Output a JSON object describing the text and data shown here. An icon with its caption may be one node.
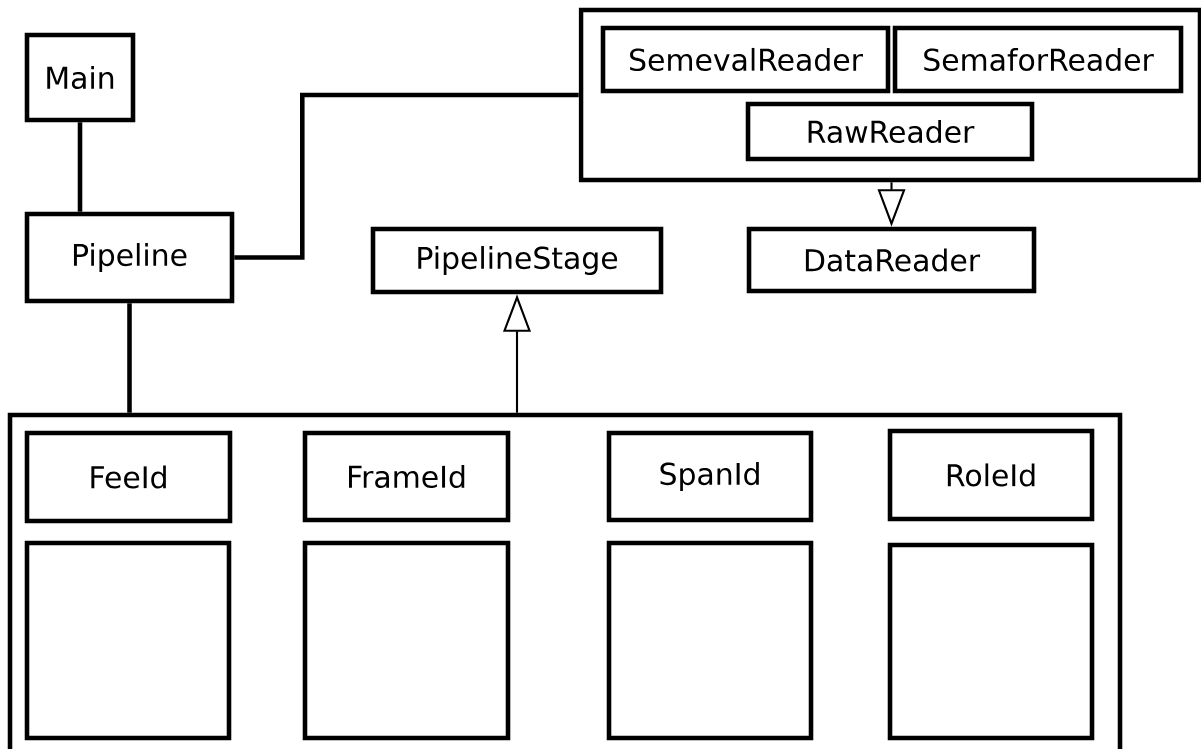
{
  "diagram": {
    "nodes": [
      {
        "text": [
          "Main"
        ]
      },
      {
        "text": [
          "Pipeline"
        ]
      },
      {
        "text": [],
        "shape": "box"
      },
      {
        "text": [
          "SemevalReader"
        ],
        "in": 2
      },
      {
        "text": [
          "SemaforReader"
        ],
        "in": 2
      },
      {
        "text": [
          "RawReader"
        ],
        "in": 2
      },
      {
        "text": [
          "PipelineStage"
        ]
      },
      {
        "text": [
          "DataReader"
        ]
      },
      {
        "text": [],
        "shape": "box"
      },
      {
        "text": [
          "FeeId"
        ],
        "in": 8
      },
      {
        "text": [
          "FrameId"
        ],
        "in": 8
      },
      {
        "text": [
          "SpanId"
        ],
        "in": 8
      },
      {
        "text": [
          "RoleId"
        ],
        "in": 8
      },
      {
        "text": [],
        "shape": "box",
        "in": 8
      },
      {
        "text": [],
        "shape": "box",
        "in": 8
      },
      {
        "text": [],
        "shape": "box",
        "in": 8
      },
      {
        "text": [],
        "shape": "box",
        "in": 8
      }
    ],
    "edges": [
      {
        "from": 0,
        "to": 1,
        "arrow": "none"
      },
      {
        "from": 1,
        "to": 2,
        "arrow": "none"
      },
      {
        "from": 1,
        "to": 8,
        "arrow": "none"
      },
      {
        "from": 8,
        "to": 6,
        "arrow": "to"
      },
      {
        "from": 2,
        "to": 7,
        "arrow": "to"
      }
    ]
  }
}
